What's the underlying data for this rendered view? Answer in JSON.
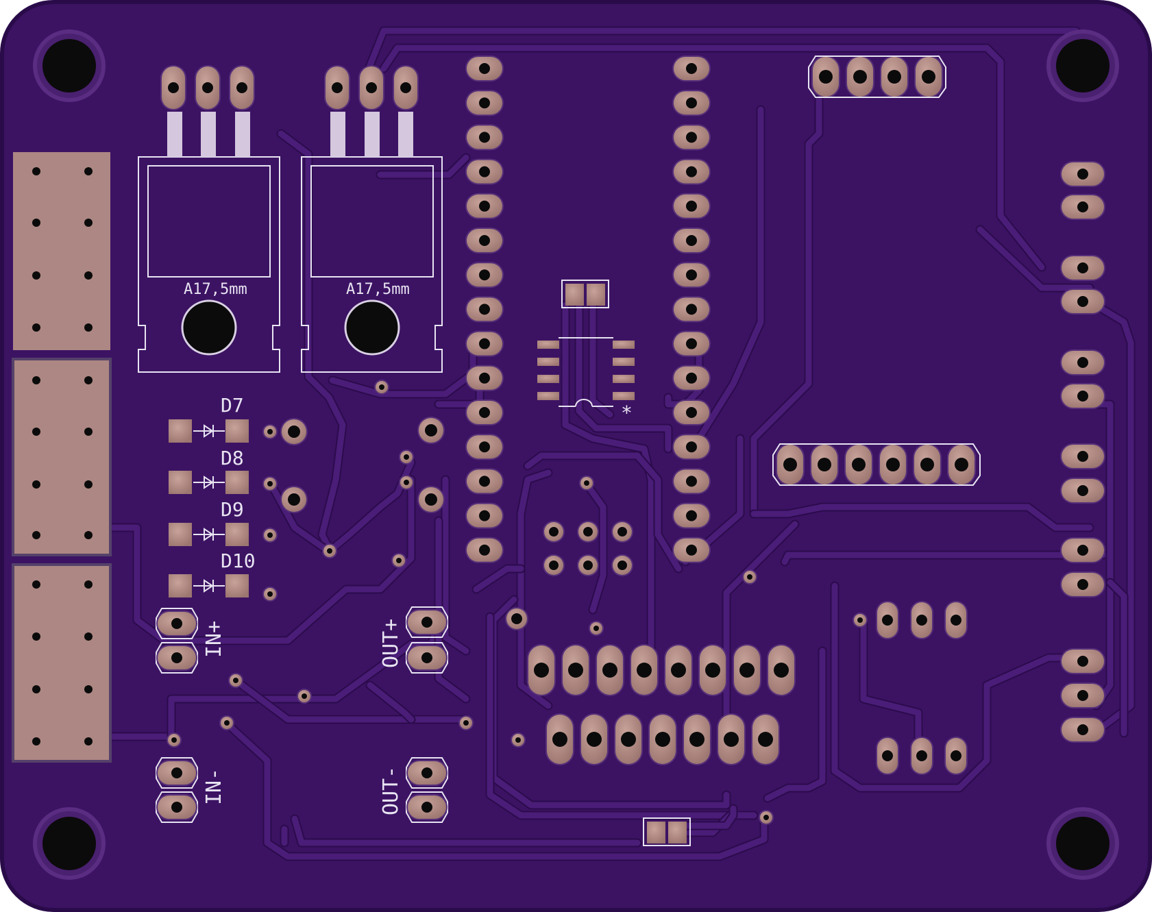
{
  "colors": {
    "board": "#3c1363",
    "board_edge": "#2a0b4a",
    "trace": "#4a1d78",
    "trace_edge": "#2c0b4c",
    "pad": "#b08a80",
    "pad_shadow": "#3a1a40",
    "silk": "#e8e4f2",
    "hole": "#0b0b0b",
    "connector": "#ad8783"
  },
  "labels": {
    "regulator_left_value": "A17,5mm",
    "regulator_right_value": "A17,5mm",
    "d7": "D7",
    "d8": "D8",
    "d9": "D9",
    "d10": "D10",
    "in_plus": "IN+",
    "in_minus": "IN-",
    "out_plus": "OUT+",
    "out_minus": "OUT-",
    "pin1_marker": "*"
  }
}
